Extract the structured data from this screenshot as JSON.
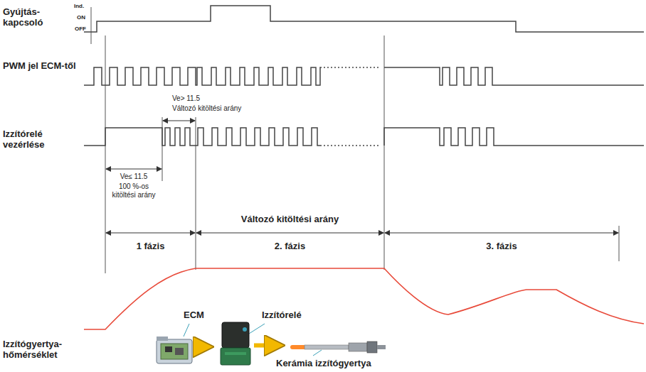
{
  "diagram": {
    "nodes": [
      {
        "text": [
          "ECM"
        ]
      },
      {
        "text": [
          "Izzítórelé"
        ]
      },
      {
        "text": [
          "Kerámia izzítógyertya"
        ]
      }
    ],
    "edges": [
      {
        "from": 0,
        "to": 1,
        "arrow": "to"
      },
      {
        "from": 1,
        "to": 2,
        "arrow": "to"
      }
    ],
    "labels": [
      "Gyújtás-kapcsoló",
      "Ind.",
      "ON",
      "OFF",
      "PWM jel ECM-től",
      "Ve> 11.5",
      "Változó kitöltési arány",
      "Izzítórelé vezérlése",
      "Ve≤ 11.5",
      "100 %-os kitöltési arány",
      "Változó kitöltési arány",
      "1 fázis",
      "2. fázis",
      "3. fázis",
      "Izzítógyertya-hőmérséklet"
    ]
  }
}
